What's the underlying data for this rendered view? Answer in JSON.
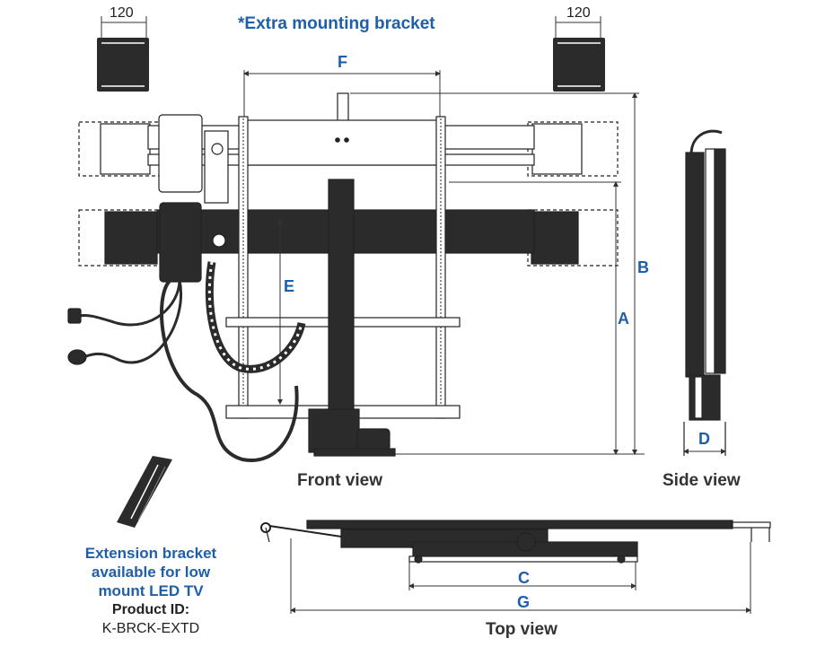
{
  "title": "*Extra mounting bracket",
  "bracket_widths": [
    "120",
    "120"
  ],
  "dimensions": {
    "A": "A",
    "B": "B",
    "C": "C",
    "D": "D",
    "E": "E",
    "F": "F",
    "G": "G"
  },
  "views": {
    "front": "Front view",
    "side": "Side view",
    "top": "Top view"
  },
  "extension": {
    "line1": "Extension bracket",
    "line2": "available for low",
    "line3": "mount LED TV",
    "product_id_label": "Product ID:",
    "product_id": "K-BRCK-EXTD"
  },
  "colors": {
    "accent": "#1f5fa8",
    "metal_dark": "#2b2b2b",
    "metal_light": "#ffffff"
  }
}
